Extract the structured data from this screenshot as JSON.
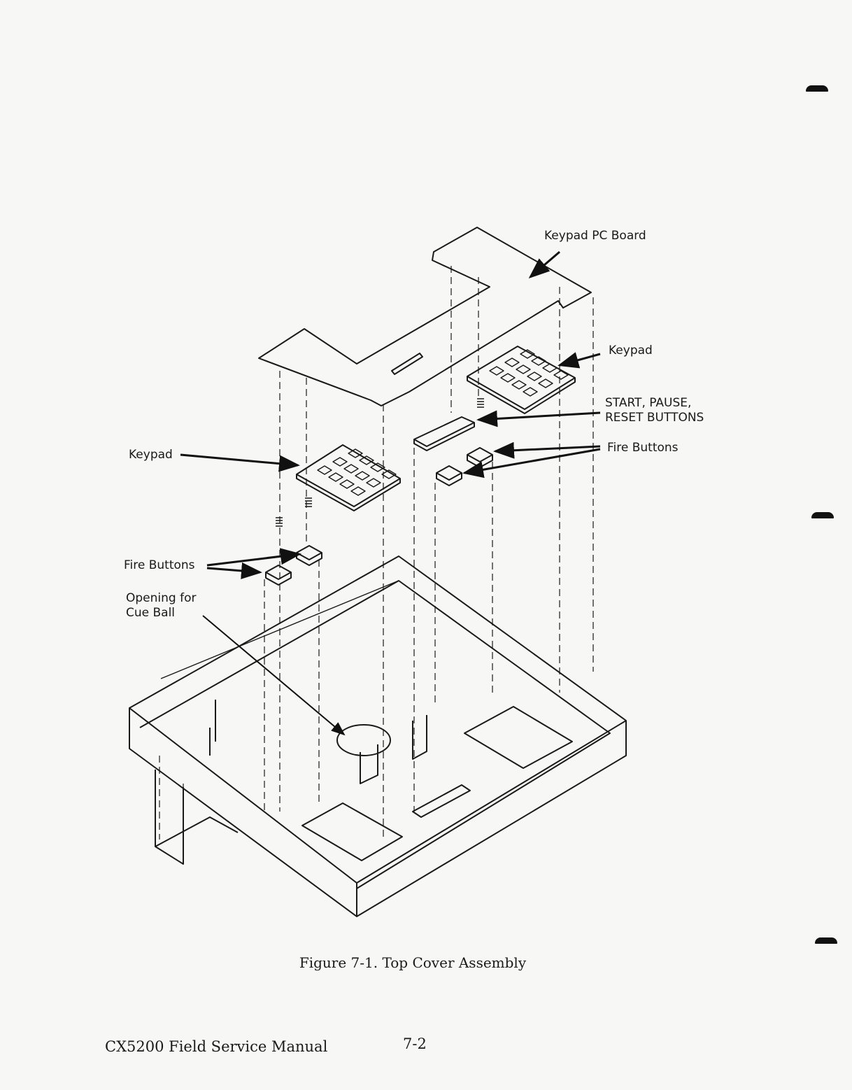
{
  "labels": {
    "keypad_pc_board": "Keypad PC Board",
    "keypad_right": "Keypad",
    "start_pause_line1": "START, PAUSE,",
    "start_pause_line2": "RESET BUTTONS",
    "fire_buttons_right": "Fire Buttons",
    "keypad_left": "Keypad",
    "fire_buttons_left": "Fire Buttons",
    "opening_line1": "Opening for",
    "opening_line2": "Cue Ball"
  },
  "caption": "Figure 7-1.  Top Cover Assembly",
  "footer": {
    "manual_title": "CX5200 Field Service Manual",
    "page_number": "7-2"
  }
}
